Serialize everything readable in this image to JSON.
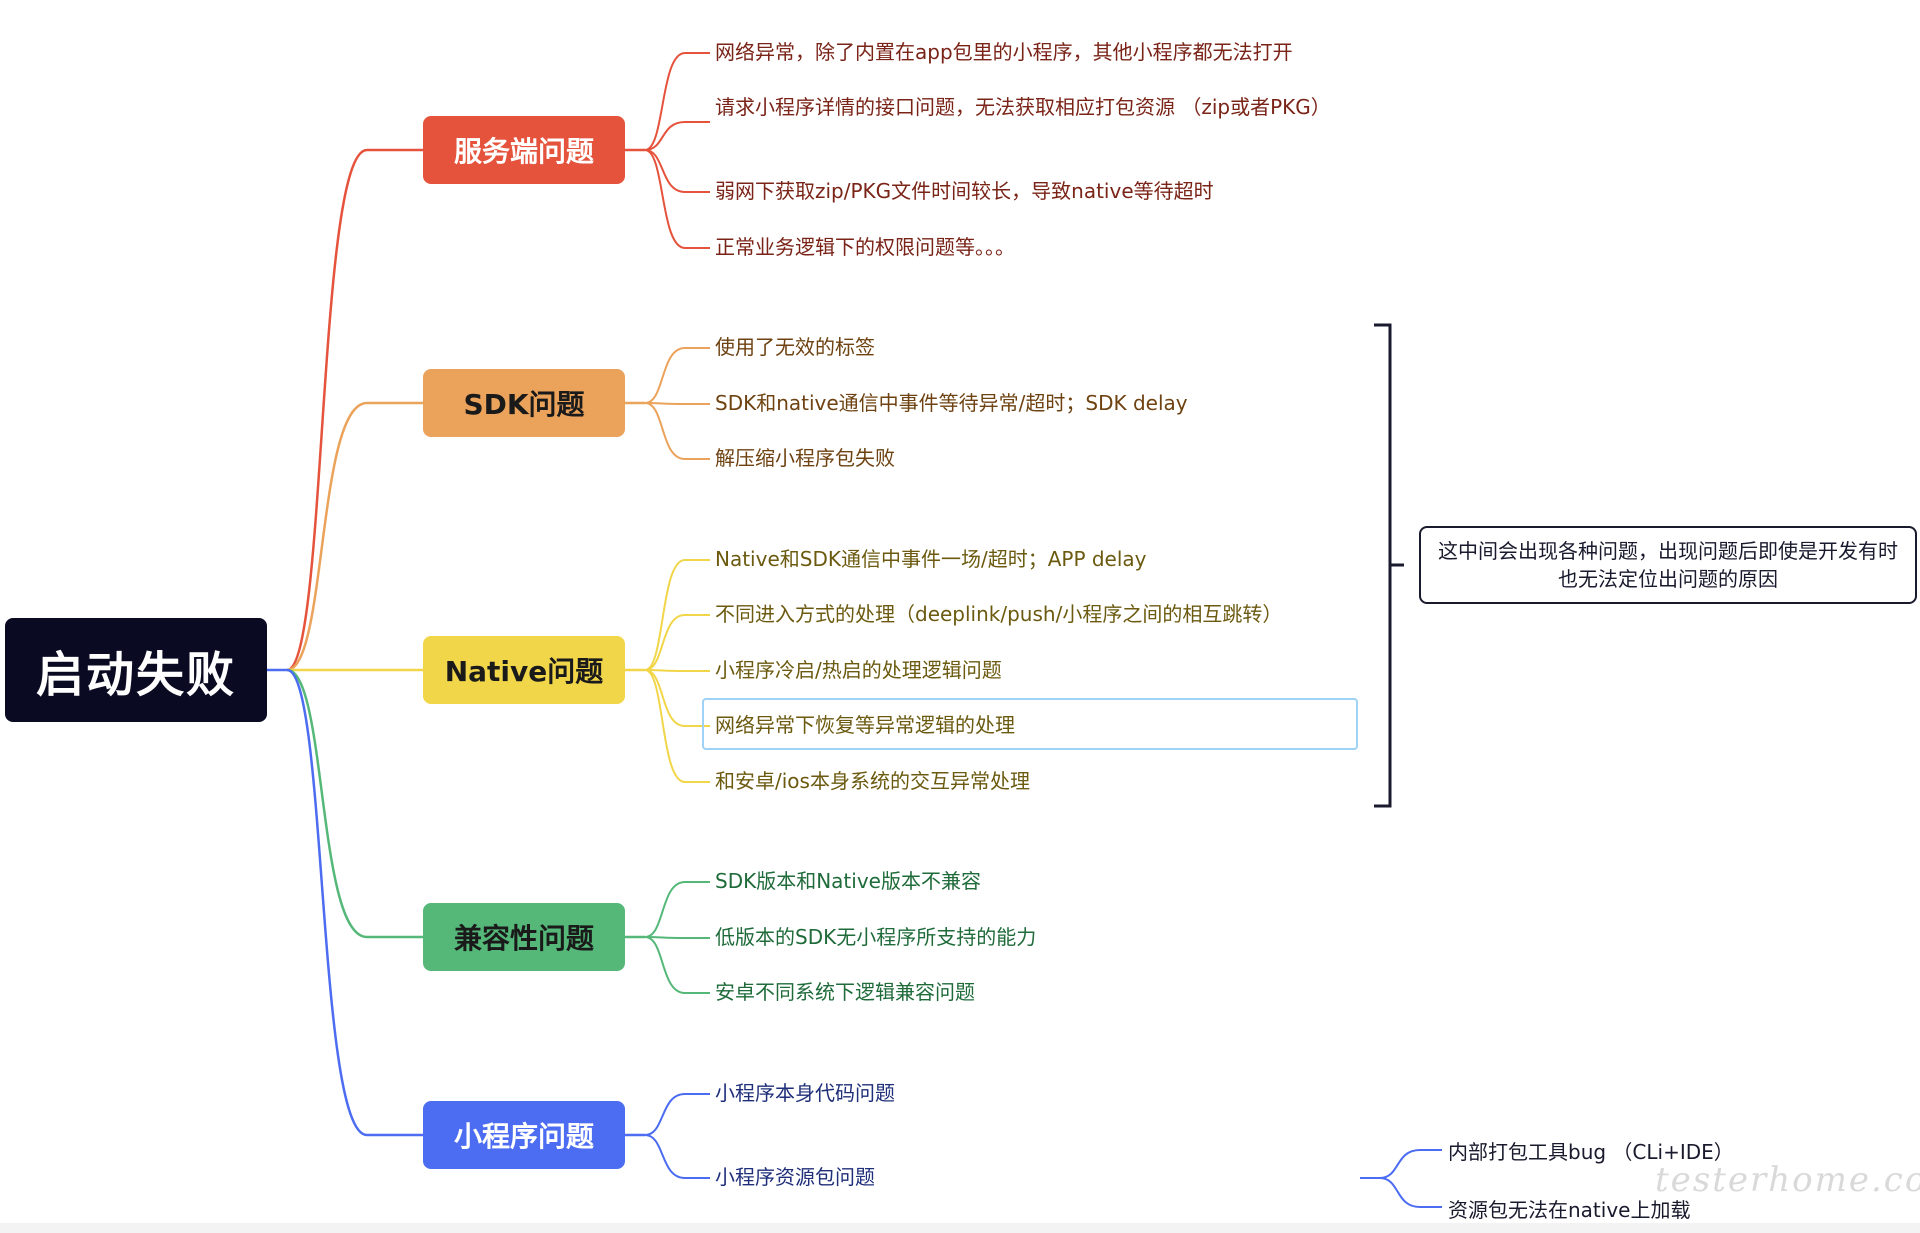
{
  "root": {
    "label": "启动失败"
  },
  "branches": [
    {
      "label": "服务端问题",
      "color": "#e5533c",
      "text_color": "#ffffff",
      "leaf_color": "#7a2317",
      "leaves": [
        "网络异常，除了内置在app包里的小程序，其他小程序都无法打开",
        "请求小程序详情的接口问题，无法获取相应打包资源 （zip或者PKG）",
        "弱网下获取zip/PKG文件时间较长，导致native等待超时",
        "正常业务逻辑下的权限问题等。。。"
      ]
    },
    {
      "label": "SDK问题",
      "color": "#eba35b",
      "text_color": "#1a1a1a",
      "leaf_color": "#6e4211",
      "leaves": [
        "使用了无效的标签",
        "SDK和native通信中事件等待异常/超时；SDK delay",
        "解压缩小程序包失败"
      ]
    },
    {
      "label": "Native问题",
      "color": "#f1d64a",
      "text_color": "#1a1a1a",
      "leaf_color": "#6b5a0f",
      "leaves": [
        "Native和SDK通信中事件一场/超时；APP delay",
        "不同进入方式的处理（deeplink/push/小程序之间的相互跳转）",
        "小程序冷启/热启的处理逻辑问题",
        "网络异常下恢复等异常逻辑的处理",
        "和安卓/ios本身系统的交互异常处理"
      ]
    },
    {
      "label": "兼容性问题",
      "color": "#55b879",
      "text_color": "#1a1a1a",
      "leaf_color": "#1f6b3a",
      "leaves": [
        "SDK版本和Native版本不兼容",
        "低版本的SDK无小程序所支持的能力",
        "安卓不同系统下逻辑兼容问题"
      ]
    },
    {
      "label": "小程序问题",
      "color": "#4c6cf1",
      "text_color": "#ffffff",
      "leaf_color": "#1f2f7a",
      "leaves": [
        "小程序本身代码问题",
        "小程序资源包问题"
      ]
    }
  ],
  "note": {
    "text": "这中间会出现各种问题，出现问题后即使是开发有时也无法定位出问题的原因"
  },
  "sub_leaves": [
    "内部打包工具bug （CLi+IDE）",
    "资源包无法在native上加载"
  ],
  "watermark": "testerhome.com"
}
